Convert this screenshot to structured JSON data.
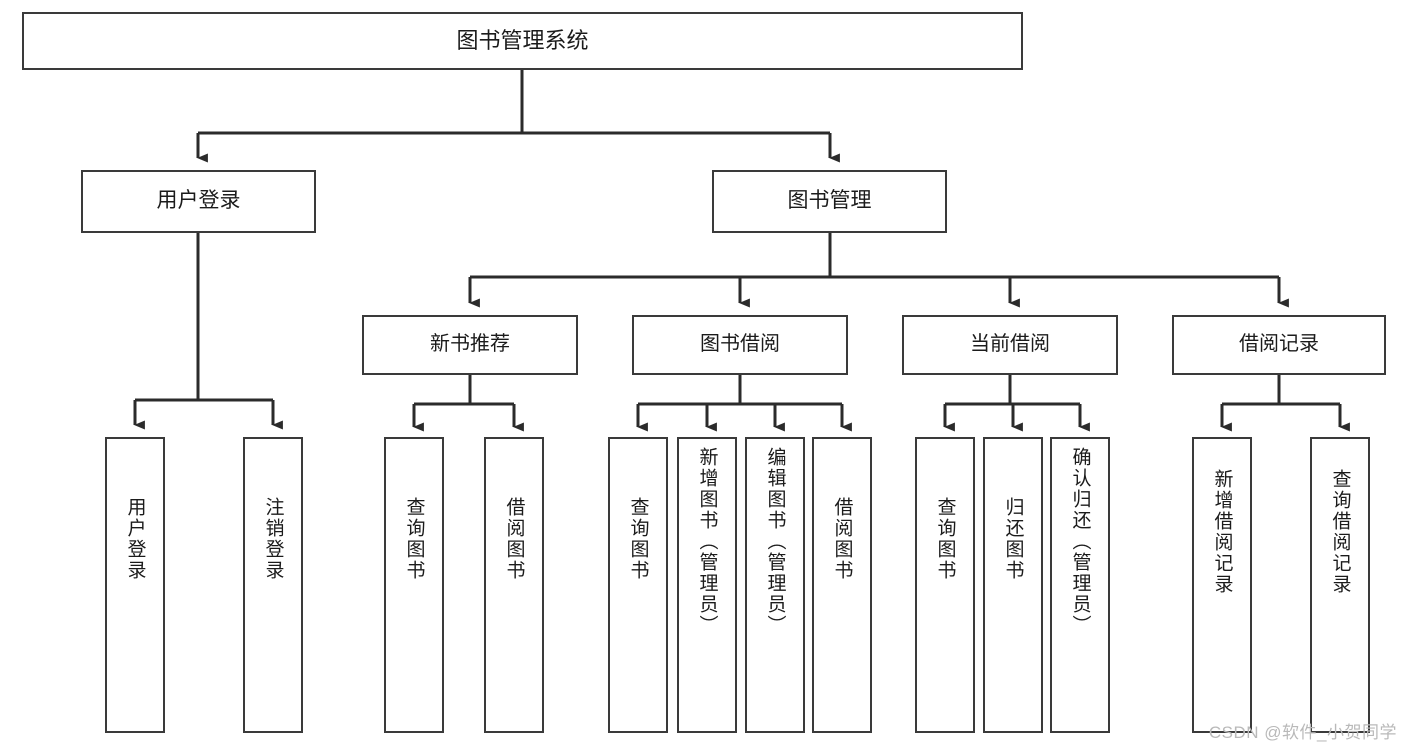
{
  "diagram": {
    "title": "图书管理系统",
    "type": "tree",
    "watermark": "CSDN @软件_小贺同学",
    "colors": {
      "box_border": "#3a3a3a",
      "box_fill": "#ffffff",
      "connector": "#2b2b2b",
      "text": "#1b1b1b",
      "watermark": "#b9b9b9"
    },
    "levels": {
      "root": "图书管理系统",
      "modules": [
        "用户登录",
        "图书管理"
      ],
      "submodules": [
        "新书推荐",
        "图书借阅",
        "当前借阅",
        "借阅记录"
      ]
    },
    "nodes": {
      "root": {
        "label": "图书管理系统"
      },
      "user_login": {
        "label": "用户登录"
      },
      "book_manage": {
        "label": "图书管理"
      },
      "new_book_rec": {
        "label": "新书推荐"
      },
      "book_borrow": {
        "label": "图书借阅"
      },
      "current_borrow": {
        "label": "当前借阅"
      },
      "borrow_record": {
        "label": "借阅记录"
      },
      "leaf_user_login": {
        "label": "用户登录"
      },
      "leaf_logout": {
        "label": "注销登录"
      },
      "leaf_query_book_1": {
        "label": "查询图书"
      },
      "leaf_borrow_book_1": {
        "label": "借阅图书"
      },
      "leaf_query_book_2": {
        "label": "查询图书"
      },
      "leaf_add_book": {
        "label": "新增图书（管理员）"
      },
      "leaf_edit_book": {
        "label": "编辑图书（管理员）"
      },
      "leaf_borrow_book_2": {
        "label": "借阅图书"
      },
      "leaf_query_book_3": {
        "label": "查询图书"
      },
      "leaf_return_book": {
        "label": "归还图书"
      },
      "leaf_confirm_return": {
        "label": "确认归还（管理员）"
      },
      "leaf_add_record": {
        "label": "新增借阅记录"
      },
      "leaf_query_record": {
        "label": "查询借阅记录"
      }
    },
    "edges": [
      {
        "from": "root",
        "to": "user_login"
      },
      {
        "from": "root",
        "to": "book_manage"
      },
      {
        "from": "user_login",
        "to": "leaf_user_login"
      },
      {
        "from": "user_login",
        "to": "leaf_logout"
      },
      {
        "from": "book_manage",
        "to": "new_book_rec"
      },
      {
        "from": "book_manage",
        "to": "book_borrow"
      },
      {
        "from": "book_manage",
        "to": "current_borrow"
      },
      {
        "from": "book_manage",
        "to": "borrow_record"
      },
      {
        "from": "new_book_rec",
        "to": "leaf_query_book_1"
      },
      {
        "from": "new_book_rec",
        "to": "leaf_borrow_book_1"
      },
      {
        "from": "book_borrow",
        "to": "leaf_query_book_2"
      },
      {
        "from": "book_borrow",
        "to": "leaf_add_book"
      },
      {
        "from": "book_borrow",
        "to": "leaf_edit_book"
      },
      {
        "from": "book_borrow",
        "to": "leaf_borrow_book_2"
      },
      {
        "from": "current_borrow",
        "to": "leaf_query_book_3"
      },
      {
        "from": "current_borrow",
        "to": "leaf_return_book"
      },
      {
        "from": "current_borrow",
        "to": "leaf_confirm_return"
      },
      {
        "from": "borrow_record",
        "to": "leaf_add_record"
      },
      {
        "from": "borrow_record",
        "to": "leaf_query_record"
      }
    ]
  }
}
